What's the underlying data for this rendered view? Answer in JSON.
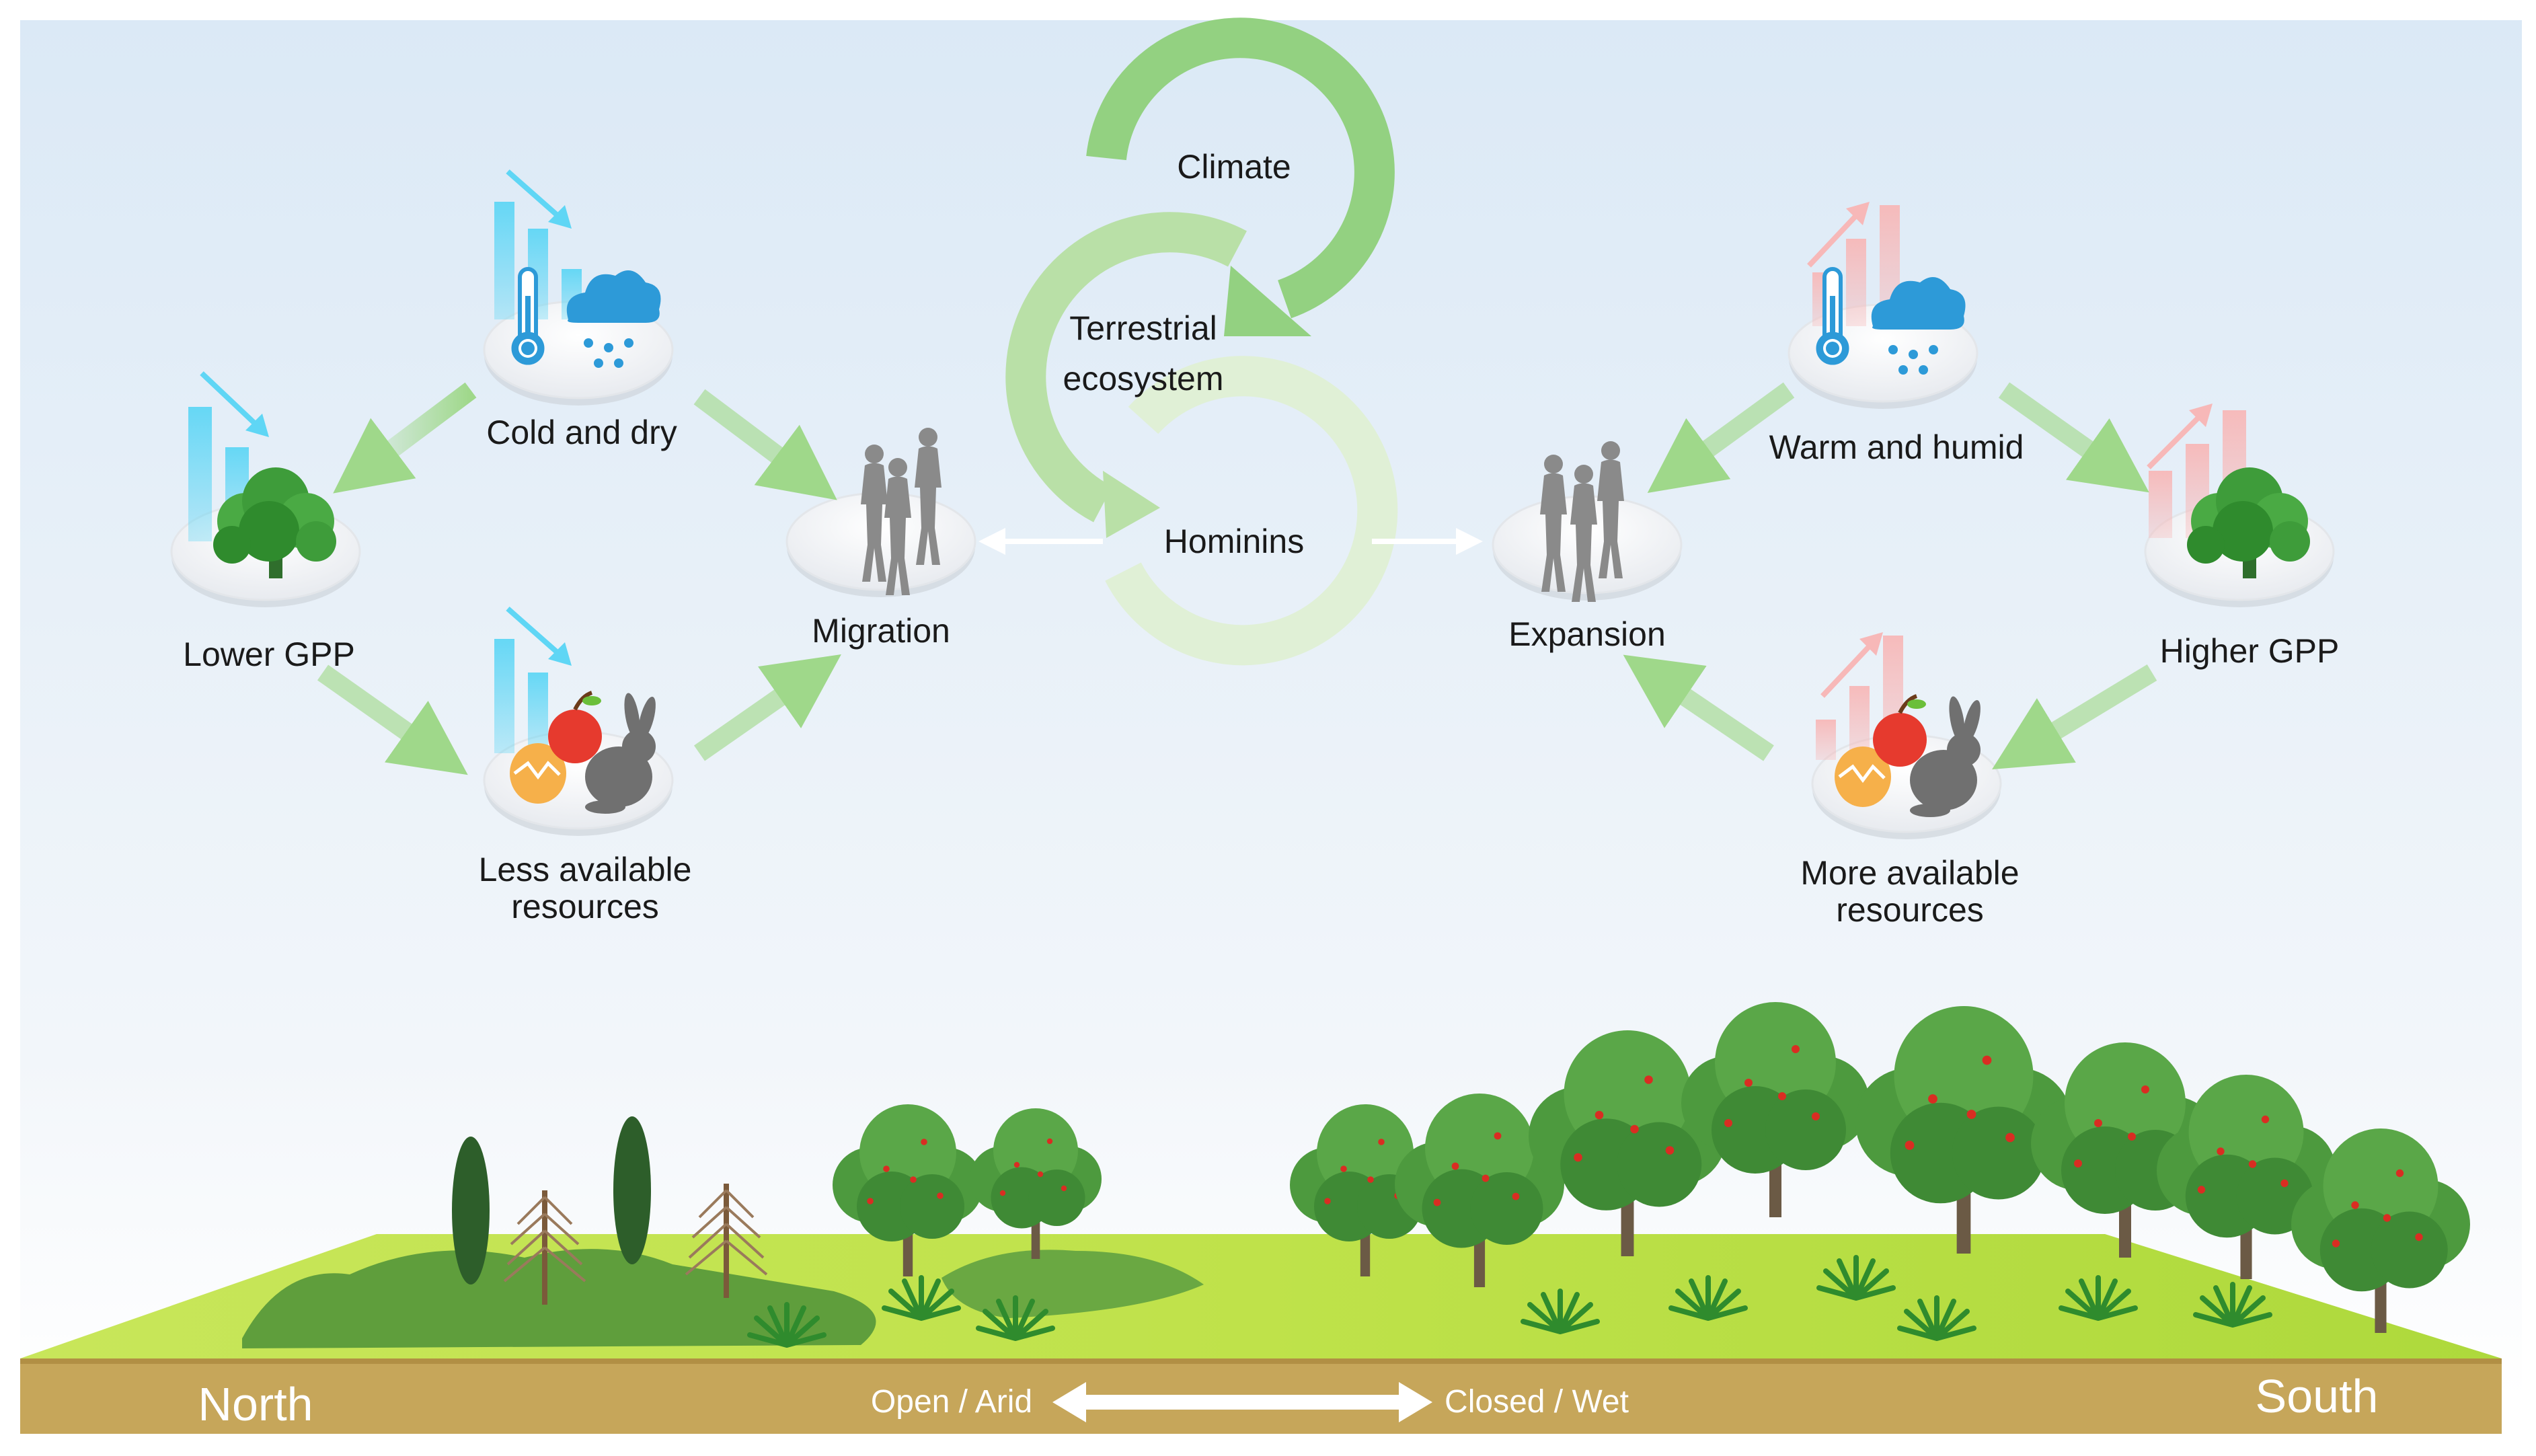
{
  "cycle": {
    "climate": "Climate",
    "terrestrial_line1": "Terrestrial",
    "terrestrial_line2": "ecosystem",
    "hominins": "Hominins"
  },
  "left": {
    "cold_dry": "Cold and dry",
    "lower_gpp": "Lower GPP",
    "less_resources_line1": "Less available",
    "less_resources_line2": "resources",
    "migration": "Migration"
  },
  "right": {
    "warm_humid": "Warm and humid",
    "higher_gpp": "Higher GPP",
    "more_resources_line1": "More available",
    "more_resources_line2": "resources",
    "expansion": "Expansion"
  },
  "ground": {
    "north": "North",
    "south": "South",
    "open_arid": "Open / Arid",
    "closed_wet": "Closed / Wet"
  },
  "colors": {
    "decrease_blue": "#5fd6f5",
    "increase_pink": "#f7b8b8",
    "tree_green": "#3f9a3a",
    "flow_green": "#9fd88a",
    "soil": "#c6a65a",
    "grass": "#b6df45"
  },
  "icons": [
    "thermometer-icon",
    "rain-cloud-icon",
    "tree-icon",
    "apple-icon",
    "rabbit-icon",
    "hominin-silhouette-icon",
    "bar-chart-icon",
    "trend-arrow-icon"
  ]
}
